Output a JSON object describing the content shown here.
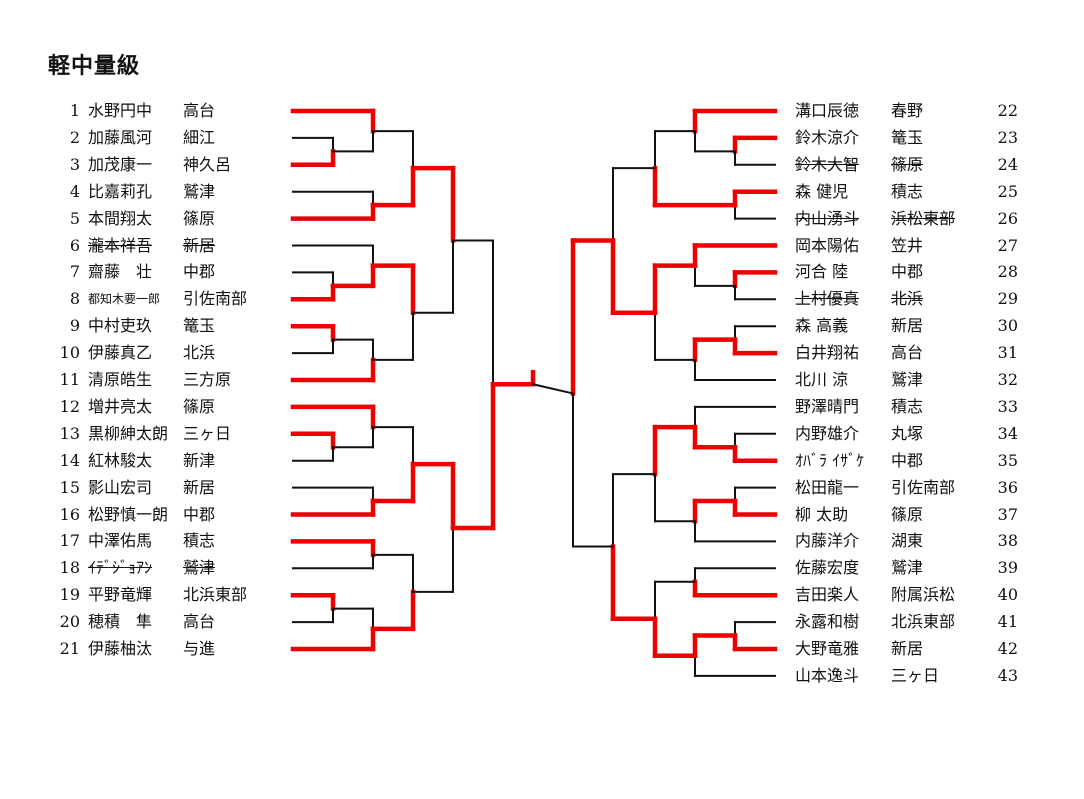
{
  "title": "軽中量級",
  "left": [
    {
      "num": "1",
      "name": "水野円中",
      "school": "高台",
      "withdrawn": false
    },
    {
      "num": "2",
      "name": "加藤風河",
      "school": "細江",
      "withdrawn": false
    },
    {
      "num": "3",
      "name": "加茂康一",
      "school": "神久呂",
      "withdrawn": false
    },
    {
      "num": "4",
      "name": "比嘉莉孔",
      "school": "鷲津",
      "withdrawn": false
    },
    {
      "num": "5",
      "name": "本間翔太",
      "school": "篠原",
      "withdrawn": false
    },
    {
      "num": "6",
      "name": "瀧本祥吾",
      "school": "新居",
      "withdrawn": true
    },
    {
      "num": "7",
      "name": "齋藤　壮",
      "school": "中郡",
      "withdrawn": false
    },
    {
      "num": "8",
      "name": "都知木要一郎",
      "school": "引佐南部",
      "withdrawn": false,
      "small": true
    },
    {
      "num": "9",
      "name": "中村吏玖",
      "school": "篭玉",
      "withdrawn": false
    },
    {
      "num": "10",
      "name": "伊藤真乙",
      "school": "北浜",
      "withdrawn": false
    },
    {
      "num": "11",
      "name": "清原皓生",
      "school": "三方原",
      "withdrawn": false
    },
    {
      "num": "12",
      "name": "増井亮太",
      "school": "篠原",
      "withdrawn": false
    },
    {
      "num": "13",
      "name": "黒柳紳太朗",
      "school": "三ヶ日",
      "withdrawn": false
    },
    {
      "num": "14",
      "name": "紅林駿太",
      "school": "新津",
      "withdrawn": false
    },
    {
      "num": "15",
      "name": "影山宏司",
      "school": "新居",
      "withdrawn": false
    },
    {
      "num": "16",
      "name": "松野慎一朗",
      "school": "中郡",
      "withdrawn": false
    },
    {
      "num": "17",
      "name": "中澤佑馬",
      "school": "積志",
      "withdrawn": false
    },
    {
      "num": "18",
      "name": "ｲﾃﾞｼﾞｮｱﾝ",
      "school": "鷲津",
      "withdrawn": true
    },
    {
      "num": "19",
      "name": "平野竜輝",
      "school": "北浜東部",
      "withdrawn": false
    },
    {
      "num": "20",
      "name": "穂積　隼",
      "school": "高台",
      "withdrawn": false
    },
    {
      "num": "21",
      "name": "伊藤柚汰",
      "school": "与進",
      "withdrawn": false
    }
  ],
  "right": [
    {
      "num": "22",
      "name": "溝口辰徳",
      "school": "春野",
      "withdrawn": false
    },
    {
      "num": "23",
      "name": "鈴木涼介",
      "school": "篭玉",
      "withdrawn": false
    },
    {
      "num": "24",
      "name": "鈴木大智",
      "school": "篠原",
      "withdrawn": true
    },
    {
      "num": "25",
      "name": "森 健児",
      "school": "積志",
      "withdrawn": false
    },
    {
      "num": "26",
      "name": "内山湧斗",
      "school": "浜松東部",
      "withdrawn": true
    },
    {
      "num": "27",
      "name": "岡本陽佑",
      "school": "笠井",
      "withdrawn": false
    },
    {
      "num": "28",
      "name": "河合 陸",
      "school": "中郡",
      "withdrawn": false
    },
    {
      "num": "29",
      "name": "上村優真",
      "school": "北浜",
      "withdrawn": true
    },
    {
      "num": "30",
      "name": "森 高義",
      "school": "新居",
      "withdrawn": false
    },
    {
      "num": "31",
      "name": "白井翔祐",
      "school": "高台",
      "withdrawn": false
    },
    {
      "num": "32",
      "name": "北川 涼",
      "school": "鷲津",
      "withdrawn": false
    },
    {
      "num": "33",
      "name": "野澤晴門",
      "school": "積志",
      "withdrawn": false
    },
    {
      "num": "34",
      "name": "内野雄介",
      "school": "丸塚",
      "withdrawn": false
    },
    {
      "num": "35",
      "name": "ｵﾊﾞﾗ ｲｻﾞｹ",
      "school": "中郡",
      "withdrawn": false
    },
    {
      "num": "36",
      "name": "松田龍一",
      "school": "引佐南部",
      "withdrawn": false
    },
    {
      "num": "37",
      "name": "柳 太助",
      "school": "篠原",
      "withdrawn": false
    },
    {
      "num": "38",
      "name": "内藤洋介",
      "school": "湖東",
      "withdrawn": false
    },
    {
      "num": "39",
      "name": "佐藤宏度",
      "school": "鷲津",
      "withdrawn": false
    },
    {
      "num": "40",
      "name": "吉田楽人",
      "school": "附属浜松",
      "withdrawn": false
    },
    {
      "num": "41",
      "name": "永露和樹",
      "school": "北浜東部",
      "withdrawn": false
    },
    {
      "num": "42",
      "name": "大野竜雅",
      "school": "新居",
      "withdrawn": false
    },
    {
      "num": "43",
      "name": "山本逸斗",
      "school": "三ヶ日",
      "withdrawn": false
    }
  ],
  "colors": {
    "winner": "#ee0000",
    "line": "#111111"
  }
}
